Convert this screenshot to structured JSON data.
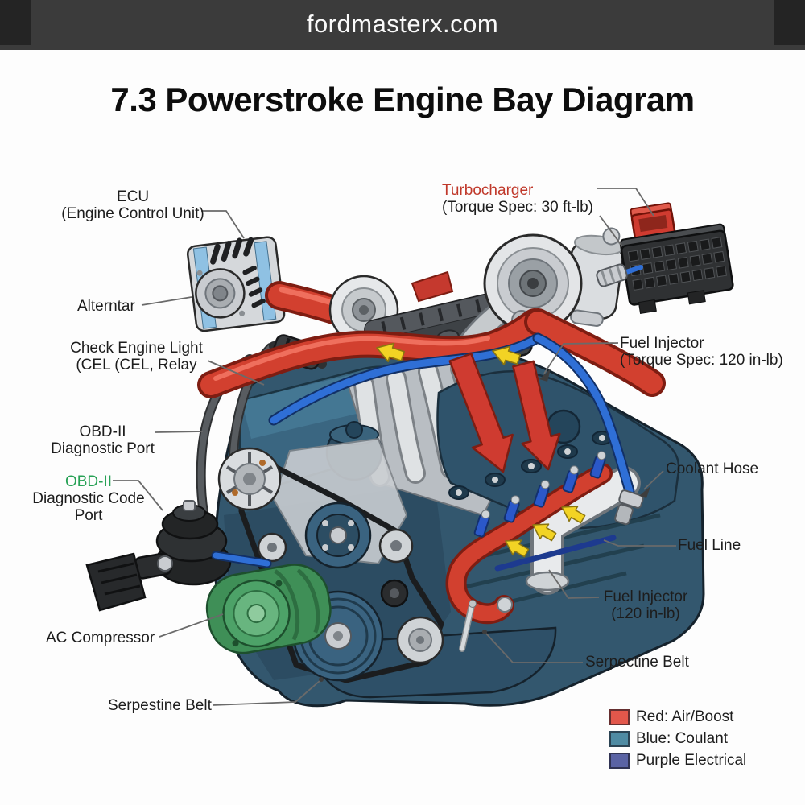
{
  "header": {
    "site_name": "fordmasterx.com"
  },
  "page": {
    "title": "7.3 Powerstroke Engine Bay Diagram"
  },
  "callouts": {
    "ecu": {
      "line1": "ECU",
      "line2": "(Engine Control Unit)"
    },
    "alternator": {
      "line1": "Alterntar"
    },
    "check_engine": {
      "line1": "Check Engine Light",
      "line2": "(CEL (CEL, Relay"
    },
    "obd_port": {
      "line1": "OBD-II",
      "line2": "Diagnostic Port"
    },
    "obd_code": {
      "line1": "OBD-II",
      "line2": "Diagnostic Code",
      "line3": "Port"
    },
    "ac_compressor": {
      "line1": "AC Compressor"
    },
    "serpentine_left": {
      "line1": "Serpestine Belt"
    },
    "turbocharger": {
      "line1": "Turbocharger",
      "line2": "(Torque Spec: 30 ft-lb)"
    },
    "fuel_injector_top": {
      "line1": "Fuel Injector",
      "line2": "(Torque Spec: 120 in-lb)"
    },
    "coolant_hose": {
      "line1": "Coolant Hose"
    },
    "fuel_line": {
      "line1": "Fuel Line"
    },
    "fuel_injector_right": {
      "line1": "Fuel Injector",
      "line2": "(120 in-lb)"
    },
    "serpentine_right": {
      "line1": "Serpectine Belt"
    }
  },
  "legend": {
    "items": [
      {
        "swatch": "#e2574b",
        "label": "Red: Air/Boost"
      },
      {
        "swatch": "#4f8ba3",
        "label": "Blue: Coulant"
      },
      {
        "swatch": "#5a63a4",
        "label": "Purple Electrical"
      }
    ]
  },
  "colors": {
    "header_bg": "#3b3b3b",
    "label_red": "#c0392b",
    "label_green": "#27a155",
    "boost_red": "#d2402f",
    "coolant_blue": "#2f6fd6",
    "engine_blue": "#33576e"
  }
}
